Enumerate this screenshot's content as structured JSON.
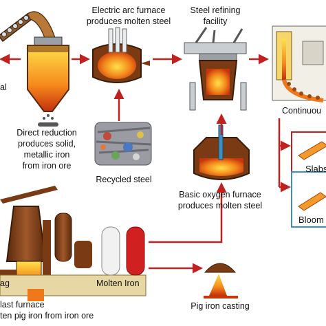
{
  "labels": {
    "eaf_line1": "Electric arc furnace",
    "eaf_line2": "produces molten steel",
    "refine_line1": "Steel refining",
    "refine_line2": "facility",
    "dr_line1": "Direct reduction",
    "dr_line2": "produces solid,",
    "dr_line3": "metallic iron",
    "dr_line4": "from iron ore",
    "recycled": "Recycled steel",
    "bof_line1": "Basic oxygen furnace",
    "bof_line2": "produces molten steel",
    "molten_iron": "Molten Iron",
    "pig_casting": "Pig iron casting",
    "bf_line1": "last furnace",
    "bf_line2": "ten pig iron from iron ore",
    "continuous": "Continuou",
    "slabs": "Slabs",
    "blooms": "Bloom",
    "left_partial": "al",
    "slag_partial": "ag"
  },
  "colors": {
    "arrow": "#c0201f",
    "furnace_brown": "#7a3b14",
    "molten_orange": "#f07818",
    "molten_yellow": "#ffd23a",
    "steel_gray": "#b9bec4",
    "slabs_box": "#c0201f",
    "blooms_box": "#3d8fbf"
  }
}
